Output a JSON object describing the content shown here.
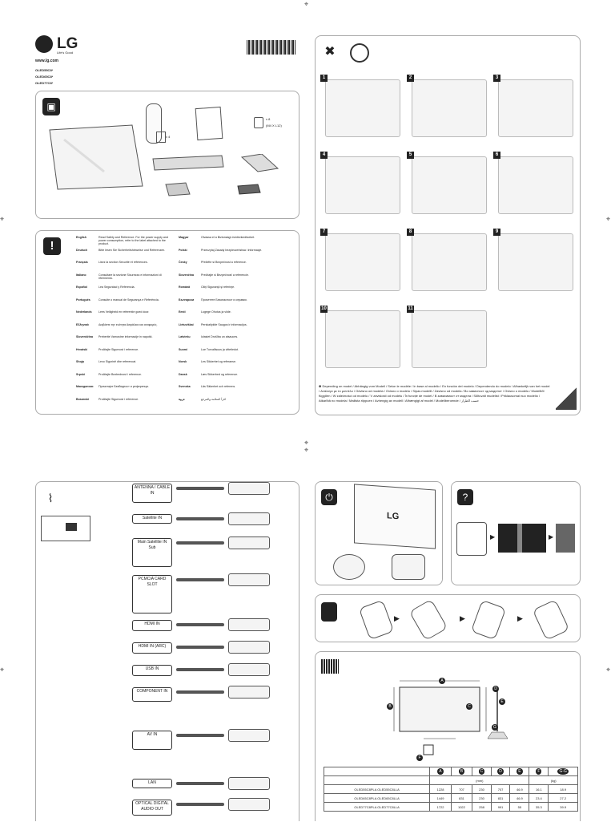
{
  "brand": {
    "logo_text": "LG",
    "tagline": "Life's Good",
    "website": "www.lg.com"
  },
  "models": [
    "OLED55C8*",
    "OLED65C8*",
    "OLED77C8*"
  ],
  "screw_label": "x 8",
  "screw_spec": "(M4 X L12)",
  "qty_label": "x 4",
  "languages": [
    {
      "name": "English",
      "text": "Read Safety and Reference. For the power supply and power consumption, refer to the label attached to the product."
    },
    {
      "name": "Deutsch",
      "text": "Bitte lesen Sie Sicherheitshinweise und Referenzen."
    },
    {
      "name": "Français",
      "text": "Lisez la section Sécurité et références."
    },
    {
      "name": "Italiano",
      "text": "Consultare la sezione Sicurezza e informazioni di riferimento."
    },
    {
      "name": "Español",
      "text": "Lea Seguridad y Referencia."
    },
    {
      "name": "Português",
      "text": "Consulte o manual de Segurança e Referência."
    },
    {
      "name": "Nederlands",
      "text": "Lees Veiligheid en referentie goed door."
    },
    {
      "name": "Ελληνικά",
      "text": "Διαβάστε την ενότητα Ασφάλεια και αναφορές."
    },
    {
      "name": "Slovenščina",
      "text": "Preberite Varnostne informacije in napotki."
    },
    {
      "name": "Hrvatski",
      "text": "Pročitajte Sigurnost i reference."
    },
    {
      "name": "Shqip",
      "text": "Lexo Sigurinë dhe referencat."
    },
    {
      "name": "Srpski",
      "text": "Pročitajte Bezbednost i reference."
    },
    {
      "name": "Македонски",
      "text": "Прочитајте Безбедност и референци."
    },
    {
      "name": "Bosanski",
      "text": "Pročitajte Sigurnost i reference."
    },
    {
      "name": "Magyar",
      "text": "Olvassa el a Biztonsági óvintézkedéseket."
    },
    {
      "name": "Polski",
      "text": "Przeczytaj Zasady bezpieczeństwa i informacje."
    },
    {
      "name": "Česky",
      "text": "Přečtěte si Bezpečnost a reference."
    },
    {
      "name": "Slovenčina",
      "text": "Prečítajte si Bezpečnosť a referencie."
    },
    {
      "name": "Română",
      "text": "Citiţi Siguranţă şi referinţe."
    },
    {
      "name": "Български",
      "text": "Прочетете Безопасност и справки."
    },
    {
      "name": "Eesti",
      "text": "Lugege Ohutus ja viide."
    },
    {
      "name": "Lietuviškai",
      "text": "Perskaitykite Saugos ir informacijos."
    },
    {
      "name": "Latviešu",
      "text": "Izlasiet Drošība un atsauces."
    },
    {
      "name": "Suomi",
      "text": "Lue Turvallisuus ja viitetiedot."
    },
    {
      "name": "Norsk",
      "text": "Les Sikkerhet og referanse."
    },
    {
      "name": "Dansk",
      "text": "Læs Sikkerhed og reference."
    },
    {
      "name": "Svenska",
      "text": "Läs Säkerhet och referens."
    },
    {
      "name": "عربية",
      "text": "اقرأ السلامة والمرجع"
    }
  ],
  "step_numbers": [
    "1",
    "2",
    "3",
    "4",
    "5",
    "6",
    "7",
    "8",
    "9",
    "10",
    "11"
  ],
  "footer_note": "Depending on model / Abhängig vom Modell / Selon le modèle / In base al modello / En función del modelo / Dependendo do modelo / Afhankelijk van het model / Ανάλογα με το μοντέλο / Odvisno od modela / Ovisno o modelu / Sipas modelit / Zavisno od modela / Во зависност од моделот / Ovisno o modelu / Modelltől függően / W zależności od modelu / V závislosti od modelu / În funcție de model / В зависимост от модела / Sõltuvalt mudelist / Priklausomai nuo modelio / Atkarībā no modeļa / Mallista riippuen / Avhengig av modell / Afhængigt af model / Modellberoende / حسب الطراز",
  "ports": [
    {
      "label": "ANTENNA / CABLE IN"
    },
    {
      "label": "Satellite IN"
    },
    {
      "label": "Main Satellite IN Sub"
    },
    {
      "label": "PCMCIA CARD SLOT"
    },
    {
      "label": "HDMI IN"
    },
    {
      "label": "HDMI IN (ARC)"
    },
    {
      "label": "USB IN"
    },
    {
      "label": "COMPONENT IN"
    },
    {
      "label": "AV IN"
    },
    {
      "label": "LAN"
    },
    {
      "label": "OPTICAL DIGITAL AUDIO OUT"
    }
  ],
  "spec_table": {
    "columns": [
      "A",
      "B",
      "C",
      "D",
      "E",
      "F",
      "G-G"
    ],
    "unit_mm": "(mm)",
    "unit_kg": "(kg)",
    "rows": [
      {
        "model": "OLED55C8PLA OLED55C8LLA",
        "values": [
          "1228",
          "707",
          "230",
          "707",
          "46.9",
          "16.1",
          "18.9"
        ]
      },
      {
        "model": "OLED65C8PLA OLED65C8LLA",
        "values": [
          "1449",
          "831",
          "230",
          "831",
          "46.9",
          "23.4",
          "27.2"
        ]
      },
      {
        "model": "OLED77C8PLA OLED77C8LLA",
        "values": [
          "1722",
          "1022",
          "258",
          "991",
          "55",
          "35.3",
          "39.9"
        ]
      }
    ]
  },
  "dimension_letters": [
    "A",
    "B",
    "C",
    "D",
    "E",
    "F",
    "G"
  ],
  "colors": {
    "ink": "#222222",
    "panel_border": "#999999",
    "accent": "#333333"
  }
}
